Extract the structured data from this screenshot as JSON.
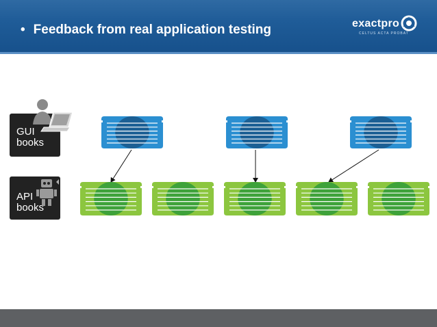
{
  "slide": {
    "title": "Feedback from real application testing",
    "bullet": "•"
  },
  "logo": {
    "name": "exactpro",
    "tagline": "CELTUS ACTA PROBAT",
    "icon": "exactpro-mark-icon"
  },
  "sidebar": {
    "gui": {
      "line1": "GUI",
      "line2": "books",
      "icon": "person-laptop-icon"
    },
    "api": {
      "line1": "API",
      "line2": "books",
      "icon": "robot-icon"
    }
  },
  "diagram": {
    "book_rows": [
      "gui",
      "api"
    ],
    "gui_book_count": 3,
    "api_book_count": 5,
    "links": [
      {
        "from_gui": 0,
        "to_api": 0
      },
      {
        "from_gui": 1,
        "to_api": 2
      },
      {
        "from_gui": 2,
        "to_api": 3
      }
    ]
  },
  "colors": {
    "header": "#1f5c98",
    "gui_book_light": "#2b8fd1",
    "gui_book_dark": "#1b5f94",
    "api_book_light": "#8cc63f",
    "api_book_dark": "#3ea23a",
    "footer": "#5e6063"
  }
}
